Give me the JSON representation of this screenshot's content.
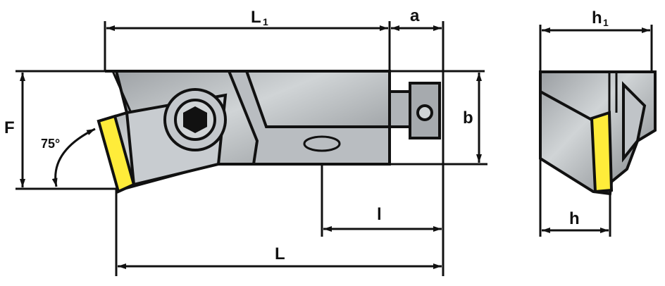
{
  "labels": {
    "L1": "L",
    "L1_sub": "1",
    "a": "a",
    "h1": "h",
    "h1_sub": "1",
    "F": "F",
    "angle": "75°",
    "b": "b",
    "l": "l",
    "L": "L",
    "h": "h"
  },
  "colors": {
    "insert": "#ffec3a",
    "line": "#111111",
    "body_light": "#d4d8dc",
    "body_dark": "#8a8e92"
  }
}
